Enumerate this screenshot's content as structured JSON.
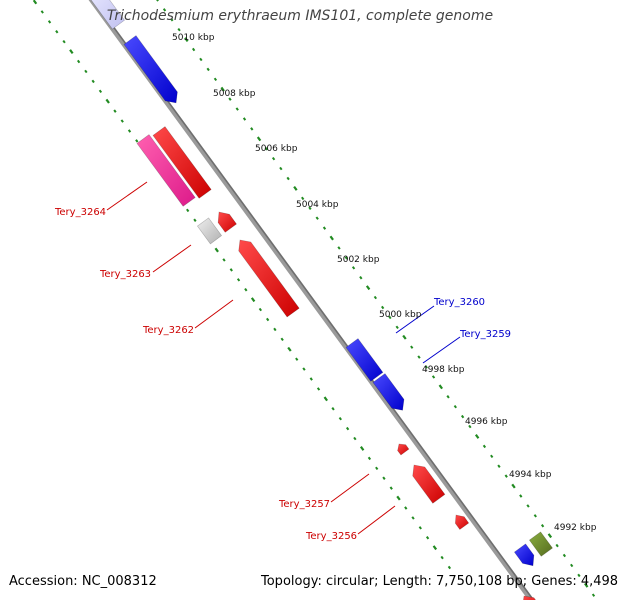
{
  "title": "Trichodesmium erythraeum IMS101, complete genome",
  "footer": {
    "accession": "Accession: NC_008312",
    "topology": "Topology: circular; Length: 7,750,108 bp; Genes: 4,498"
  },
  "scale_labels": [
    "5010 kbp",
    "5008 kbp",
    "5006 kbp",
    "5004 kbp",
    "5002 kbp",
    "5000 kbp",
    "4998 kbp",
    "4996 kbp",
    "4994 kbp",
    "4992 kbp"
  ],
  "gene_labels": [
    "Tery_3264",
    "Tery_3263",
    "Tery_3262",
    "Tery_3260",
    "Tery_3259",
    "Tery_3257",
    "Tery_3256"
  ],
  "colors": {
    "backbone": "#808080",
    "tick_track": "#228B22",
    "forward_label": "#0000CC",
    "reverse_label": "#CC0000",
    "blue_feature": "#0000EE",
    "red_feature": "#EE0000",
    "pink_feature": "#EE1493",
    "gray_feature": "#C8C8C8",
    "olive_feature": "#6B8E23"
  }
}
